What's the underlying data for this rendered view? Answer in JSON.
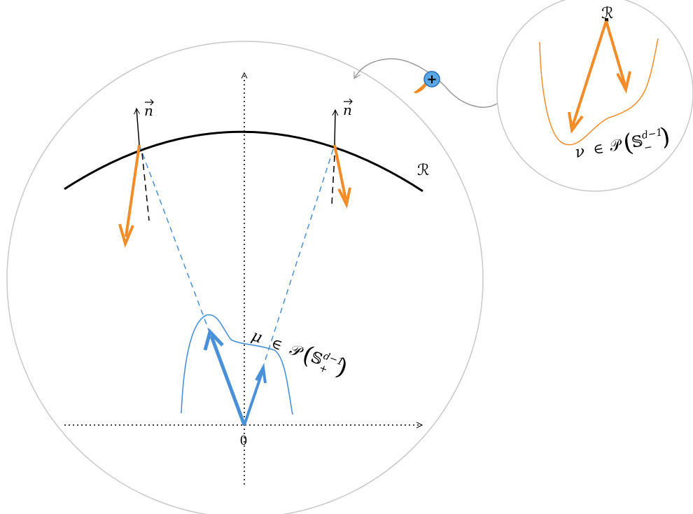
{
  "labels": {
    "origin": "0",
    "normal_left": "n",
    "normal_right": "n",
    "boundary_main": "ℛ",
    "boundary_inset": "ℛ",
    "mu_symbol": "μ",
    "mu_in": "∈",
    "mu_P": "𝒫",
    "mu_S": "𝕊",
    "mu_sup": "d−1",
    "mu_sub": "+",
    "nu_symbol": "ν",
    "nu_in": "∈",
    "nu_P": "𝒫",
    "nu_S": "𝕊",
    "nu_sup": "d−1",
    "nu_sub": "−",
    "charge_sign": "+"
  },
  "colors": {
    "orange": "#f28c28",
    "blue": "#4a90d9",
    "light_blue": "#5aa7e6",
    "circle": "#c8c8c8",
    "black": "#000000"
  },
  "icons": {
    "charge": "positive-charge-icon",
    "tail": "orange-tail-icon"
  }
}
